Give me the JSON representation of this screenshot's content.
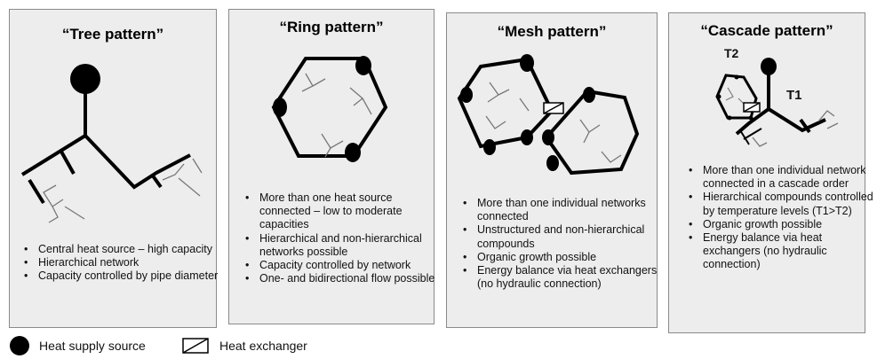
{
  "panels": [
    {
      "title": "“Tree pattern”",
      "bullets": [
        "Central heat source – high capacity",
        "Hierarchical network",
        "Capacity controlled by pipe diameter"
      ]
    },
    {
      "title": "“Ring pattern”",
      "bullets": [
        "More than one heat source connected – low to moderate capacities",
        "Hierarchical and non-hierarchical networks possible",
        "Capacity controlled by network",
        "One- and bidirectional flow possible"
      ]
    },
    {
      "title": "“Mesh pattern”",
      "bullets": [
        "More than one individual networks connected",
        "Unstructured and non-hierarchical compounds",
        "Organic growth possible",
        "Energy balance via heat exchangers (no hydraulic connection)"
      ]
    },
    {
      "title": "“Cascade pattern”",
      "labels": {
        "t2": "T2",
        "t1": "T1"
      },
      "bullets": [
        "More than one individual network connected in a cascade order",
        "Hierarchical compounds controlled by temperature levels (T1>T2)",
        "Organic growth possible",
        "Energy balance via heat exchangers (no hydraulic connection)"
      ]
    }
  ],
  "legend": {
    "source": {
      "icon": "filled-circle",
      "label": "Heat supply source"
    },
    "exchanger": {
      "icon": "box-with-diagonal",
      "label": "Heat exchanger"
    }
  }
}
